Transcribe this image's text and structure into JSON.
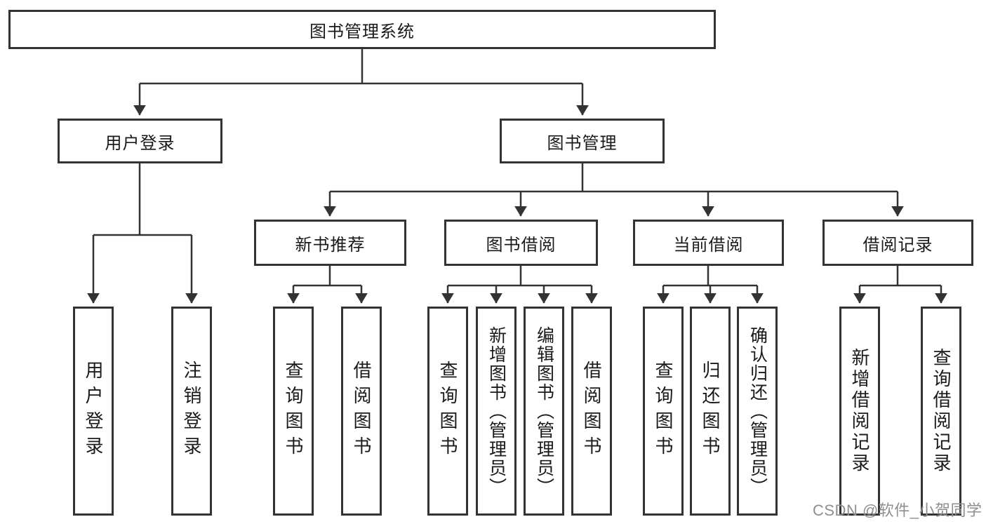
{
  "diagram": {
    "root": {
      "label": "图书管理系统"
    },
    "level2": [
      {
        "label": "用户登录"
      },
      {
        "label": "图书管理"
      }
    ],
    "level3": [
      {
        "label": "新书推荐"
      },
      {
        "label": "图书借阅"
      },
      {
        "label": "当前借阅"
      },
      {
        "label": "借阅记录"
      }
    ],
    "leaves": [
      {
        "label": "用户登录"
      },
      {
        "label": "注销登录"
      },
      {
        "label": "查询图书"
      },
      {
        "label": "借阅图书"
      },
      {
        "label": "查询图书"
      },
      {
        "label": "新增图书（管理员）"
      },
      {
        "label": "编辑图书（管理员）"
      },
      {
        "label": "借阅图书"
      },
      {
        "label": "查询图书"
      },
      {
        "label": "归还图书"
      },
      {
        "label": "确认归还（管理员）"
      },
      {
        "label": "新增借阅记录"
      },
      {
        "label": "查询借阅记录"
      }
    ],
    "watermark": "CSDN @软件_小贺同学",
    "colors": {
      "line": "#333333",
      "box_border": "#333333",
      "text": "#1a1a1a",
      "watermark": "#868686",
      "background": "#ffffff"
    }
  }
}
